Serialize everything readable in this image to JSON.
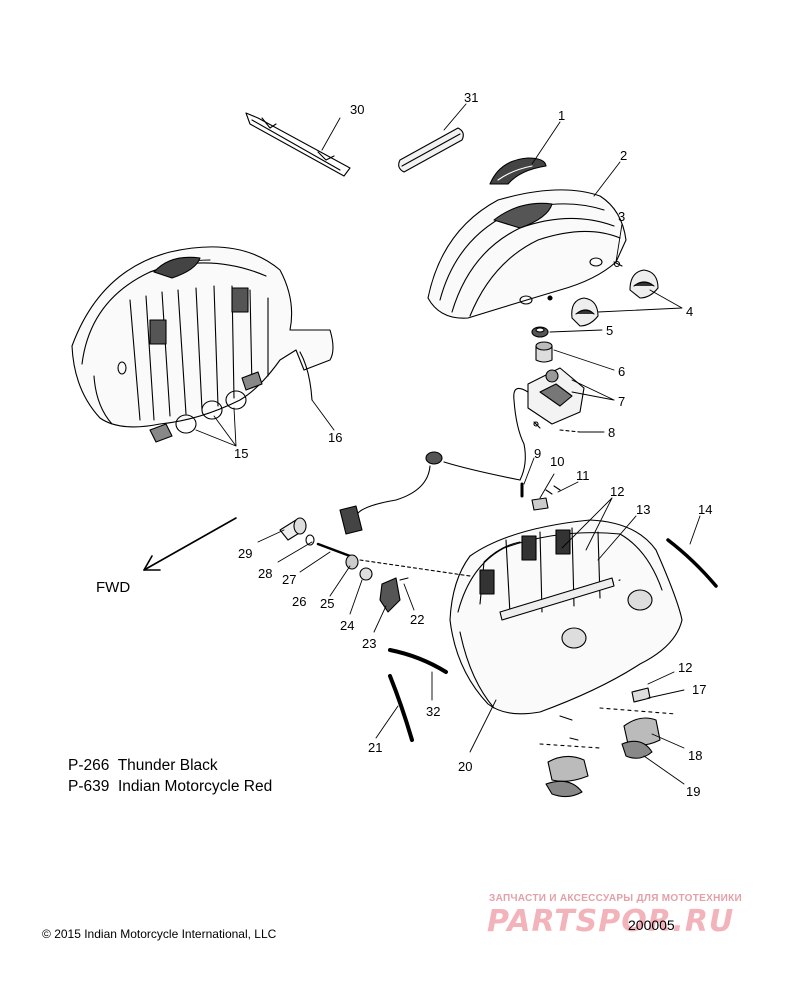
{
  "diagram": {
    "callouts": [
      "1",
      "2",
      "3",
      "4",
      "5",
      "6",
      "7",
      "8",
      "9",
      "10",
      "11",
      "12",
      "13",
      "14",
      "15",
      "16",
      "17",
      "18",
      "19",
      "20",
      "21",
      "22",
      "23",
      "24",
      "25",
      "26",
      "27",
      "28",
      "29",
      "30",
      "31",
      "32"
    ],
    "callout_12_second": "12",
    "direction_label": "FWD"
  },
  "legend": {
    "line1": "P-266  Thunder Black",
    "line2": "P-639  Indian Motorcycle Red"
  },
  "footer": {
    "copyright_symbol": "©",
    "copyright": "2015 Indian Motorcycle International, LLC",
    "diagram_code": "200005"
  },
  "watermark": {
    "tagline": "ЗАПЧАСТИ И АКСЕССУАРЫ ДЛЯ МОТОТЕХНИКИ",
    "brand": "PARTSPOR.RU"
  }
}
